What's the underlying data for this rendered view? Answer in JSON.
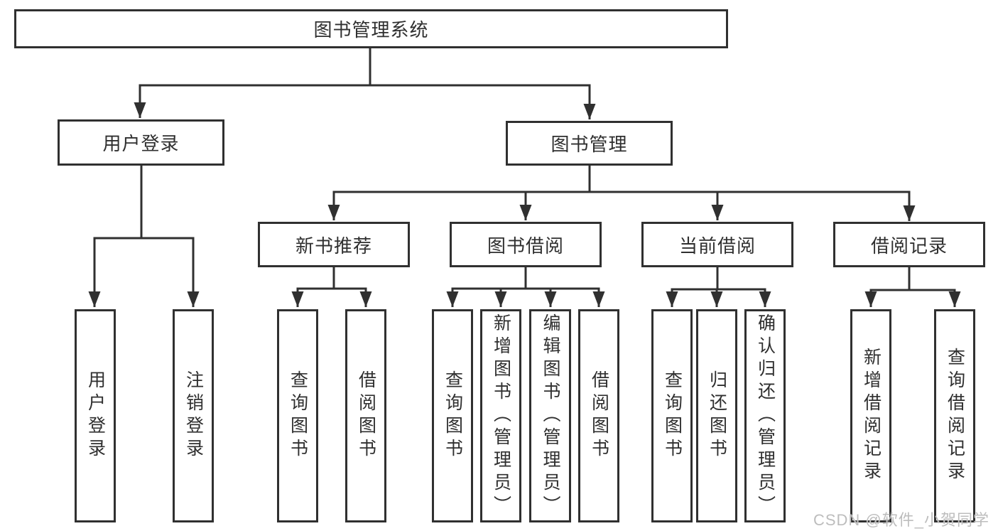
{
  "diagram": {
    "root": {
      "label": "图书管理系统"
    },
    "level2": [
      {
        "label": "用户登录"
      },
      {
        "label": "图书管理"
      }
    ],
    "level3": [
      {
        "label": "新书推荐"
      },
      {
        "label": "图书借阅"
      },
      {
        "label": "当前借阅"
      },
      {
        "label": "借阅记录"
      }
    ],
    "leaves": {
      "user_login": [
        "用户登录",
        "注销登录"
      ],
      "new_book": [
        "查询图书",
        "借阅图书"
      ],
      "book_borrow": [
        "查询图书",
        "新增图书（管理员）",
        "编辑图书（管理员）",
        "借阅图书"
      ],
      "current_borrow": [
        "查询图书",
        "归还图书",
        "确认归还（管理员）"
      ],
      "borrow_record": [
        "新增借阅记录",
        "查询借阅记录"
      ]
    },
    "colors": {
      "line": "#303030",
      "text": "#2f2f2f",
      "watermark": "#bdbdbd",
      "background": "#ffffff"
    },
    "watermark": "CSDN @软件_小贺同学"
  }
}
